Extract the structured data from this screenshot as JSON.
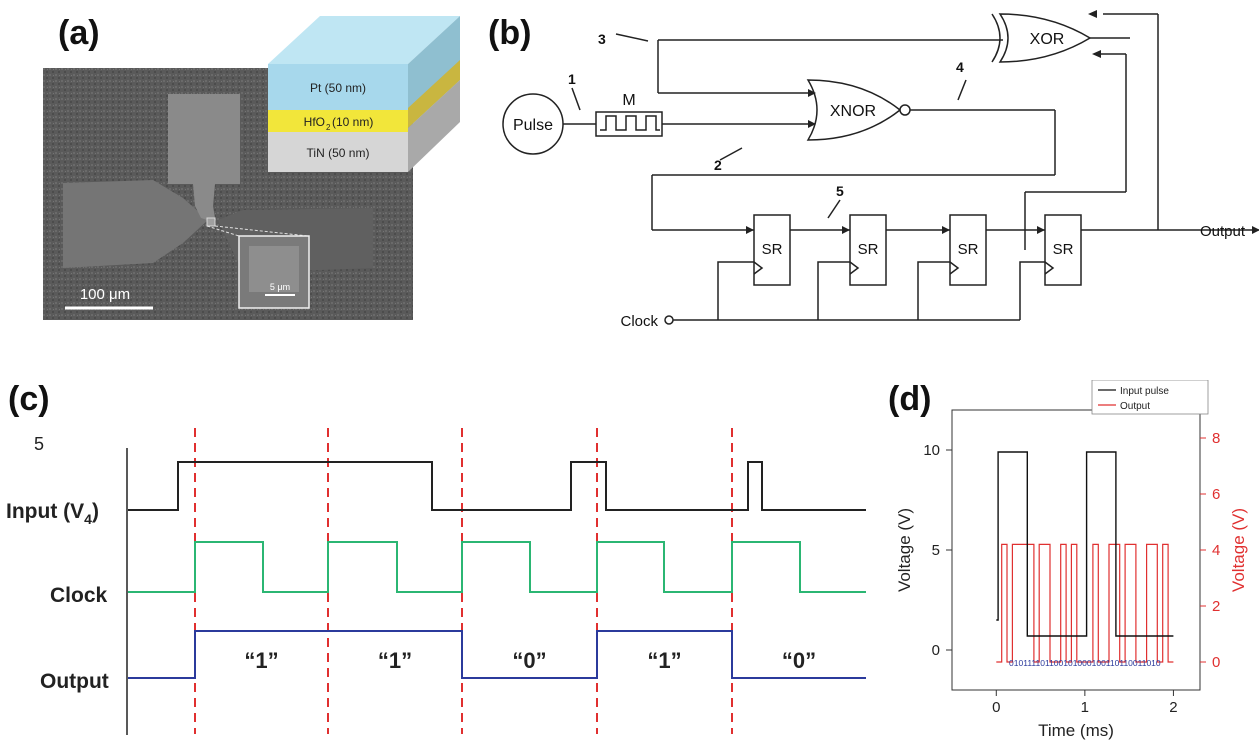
{
  "panels": {
    "a": {
      "label": "(a)",
      "stack_layers": [
        "Pt (50 nm)",
        "HfO",
        "(10 nm)",
        "TiN (50 nm)"
      ],
      "hfo_sub": "2",
      "scale_main": "100 μm",
      "scale_inset": "5 μm"
    },
    "b": {
      "label": "(b)",
      "pulse": "Pulse",
      "memristor": "M",
      "xnor": "XNOR",
      "xor": "XOR",
      "sr": "SR",
      "clock": "Clock",
      "output": "Output",
      "nodes": [
        "1",
        "2",
        "3",
        "4",
        "5"
      ]
    },
    "c": {
      "label": "(c)",
      "corner_number": "5",
      "row_input": "Input (V",
      "row_input_sub": "4",
      "row_input_close": ")",
      "row_clock": "Clock",
      "row_output": "Output",
      "bits": [
        "“1”",
        "“1”",
        "“0”",
        "“1”",
        "“0”"
      ],
      "colors": {
        "input": "#222222",
        "clock": "#2bb673",
        "output": "#2b3a9c",
        "divider": "#e03030"
      }
    },
    "d": {
      "label": "(d)",
      "bit_string": "010111101100101000100110110011010"
    }
  },
  "chart_data": {
    "type": "line",
    "xlabel": "Time (ms)",
    "ylabel": "Voltage (V)",
    "ylabel_right": "Voltage (V)",
    "xlim": [
      -0.5,
      2.3
    ],
    "ylim_left": [
      -2,
      12
    ],
    "ylim_right": [
      -1,
      9
    ],
    "xticks": [
      "0",
      "1",
      "2"
    ],
    "yticks_left": [
      "0",
      "5",
      "10"
    ],
    "yticks_right": [
      "0",
      "2",
      "4",
      "6",
      "8"
    ],
    "legend": [
      "Input pulse",
      "Output"
    ],
    "legend_position": "top-right",
    "series": [
      {
        "name": "Input pulse",
        "color": "#111111",
        "axis": "left",
        "x": [
          0,
          0.02,
          0.02,
          0.35,
          0.35,
          1.02,
          1.02,
          1.35,
          1.35,
          2.0
        ],
        "y": [
          1.5,
          1.5,
          9.9,
          9.9,
          0.7,
          0.7,
          9.9,
          9.9,
          0.7,
          0.7
        ]
      },
      {
        "name": "Output",
        "color": "#e03030",
        "axis": "right",
        "high": 4.2,
        "low": 0.0,
        "x_start": 0.0,
        "x_end": 2.0,
        "bits": "010111101100101000100110110011010"
      }
    ]
  }
}
